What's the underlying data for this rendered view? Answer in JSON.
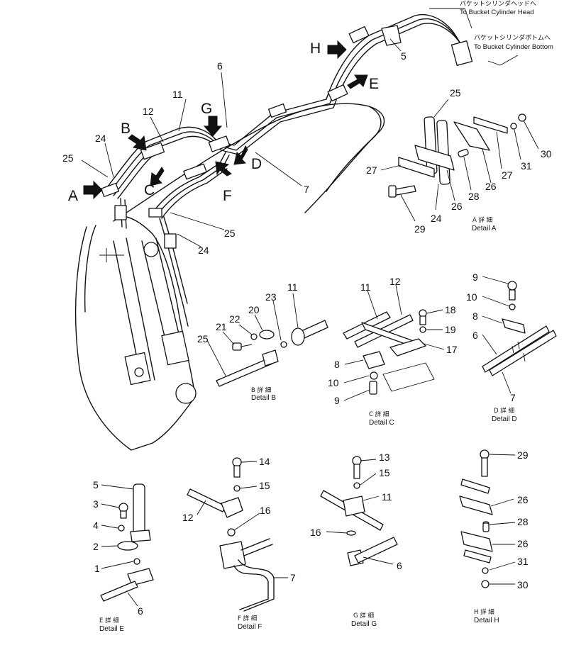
{
  "destinations": {
    "head_jp": "バケットシリンダヘッドへ",
    "head_en": "To Bucket Cylinder Head",
    "bottom_jp": "バケットシリンダボトムへ",
    "bottom_en": "To Bucket Cylinder Bottom"
  },
  "view_letters": [
    "A",
    "B",
    "C",
    "D",
    "E",
    "F",
    "G",
    "H"
  ],
  "main_numbers": {
    "n5": "5",
    "n6": "6",
    "n7": "7",
    "n11": "11",
    "n12": "12",
    "n24a": "24",
    "n25a": "25",
    "n25b": "25",
    "n24b": "24"
  },
  "detail_a": {
    "title_jp": "A 詳 細",
    "title_en": "Detail A",
    "labels": {
      "p25": "25",
      "p30": "30",
      "p27a": "27",
      "p31": "31",
      "p26a": "26",
      "p27b": "27",
      "p28": "28",
      "p26b": "26",
      "p24": "24",
      "p29": "29"
    }
  },
  "detail_b": {
    "title_jp": "B 詳 細",
    "title_en": "Detail B",
    "labels": {
      "p11": "11",
      "p23": "23",
      "p20": "20",
      "p22": "22",
      "p21": "21",
      "p25": "25"
    }
  },
  "detail_c": {
    "title_jp": "C 詳 細",
    "title_en": "Detail C",
    "labels": {
      "p11": "11",
      "p12": "12",
      "p18": "18",
      "p19": "19",
      "p17": "17",
      "p8": "8",
      "p10": "10",
      "p9": "9"
    }
  },
  "detail_d": {
    "title_jp": "D 詳 細",
    "title_en": "Detail D",
    "labels": {
      "p9": "9",
      "p10": "10",
      "p8": "8",
      "p6": "6",
      "p7": "7"
    }
  },
  "detail_e": {
    "title_jp": "E 詳 細",
    "title_en": "Detail E",
    "labels": {
      "p5": "5",
      "p3": "3",
      "p4": "4",
      "p2": "2",
      "p1": "1",
      "p6": "6"
    }
  },
  "detail_f": {
    "title_jp": "F 詳 細",
    "title_en": "Detail F",
    "labels": {
      "p14": "14",
      "p15": "15",
      "p12": "12",
      "p16": "16",
      "p7": "7"
    }
  },
  "detail_g": {
    "title_jp": "G 詳 細",
    "title_en": "Detail G",
    "labels": {
      "p13": "13",
      "p15": "15",
      "p11": "11",
      "p16": "16",
      "p6": "6"
    }
  },
  "detail_h": {
    "title_jp": "H 詳 細",
    "title_en": "Detail H",
    "labels": {
      "p29": "29",
      "p26a": "26",
      "p28": "28",
      "p26b": "26",
      "p31": "31",
      "p30": "30"
    }
  }
}
